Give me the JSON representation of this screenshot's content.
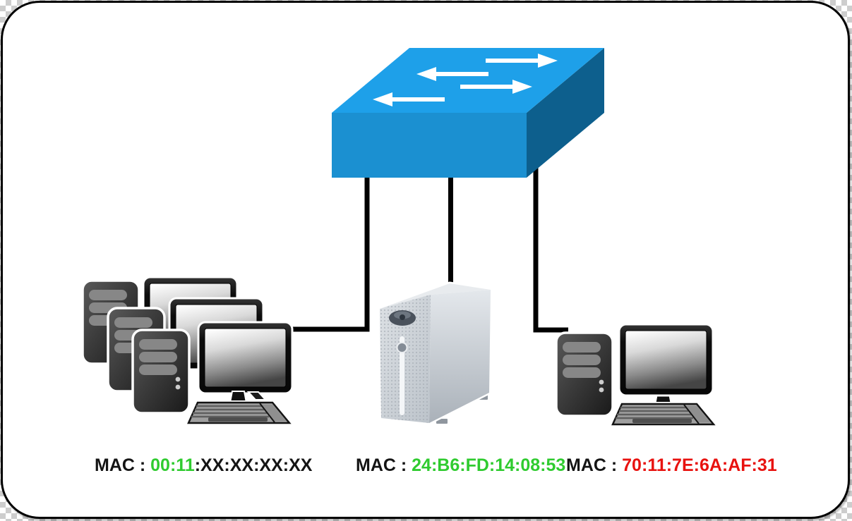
{
  "diagram": {
    "kind": "network-topology",
    "palette": {
      "switch_top_blue": "#1ea0e9",
      "switch_front_blue": "#1b90d1",
      "switch_side_blue": "#0d5f8d",
      "cable_black": "#000000",
      "mac_green": "#2fcb2f",
      "mac_red": "#e8120f",
      "label_black": "#141414",
      "border_black": "#000000",
      "background_white": "#ffffff"
    },
    "icons": {
      "switch": "network-switch-icon",
      "left_device": "computer-group-icon",
      "middle_device": "server-tower-icon",
      "right_device": "desktop-computer-icon",
      "links": [
        "cable-left",
        "cable-middle",
        "cable-right"
      ]
    },
    "labels": [
      {
        "prefix": "MAC : ",
        "highlight": "00:11",
        "rest": ":XX:XX:XX:XX",
        "highlight_color": "#2fcb2f"
      },
      {
        "prefix": "MAC : ",
        "highlight": "24:B6:FD:14:08:53",
        "rest": "",
        "highlight_color": "#2fcb2f"
      },
      {
        "prefix": "MAC : ",
        "highlight": "70:11:7E:6A:AF:31",
        "rest": "",
        "highlight_color": "#e8120f"
      }
    ]
  }
}
